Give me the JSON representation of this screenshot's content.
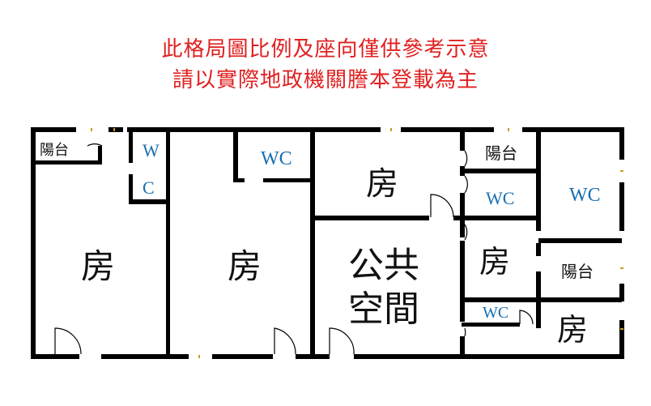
{
  "notice": {
    "line1": "此格局圖比例及座向僅供參考示意",
    "line2": "請以實際地政機關謄本登載為主",
    "color": "#e02020"
  },
  "rooms": {
    "balcony_1": "陽台",
    "wc_1_top": "W",
    "wc_1_bottom": "C",
    "room_1": "房",
    "wc_2": "WC",
    "room_2": "房",
    "room_3": "房",
    "public_line1": "公共",
    "public_line2": "空間",
    "balcony_2": "陽台",
    "wc_3": "WC",
    "wc_4": "WC",
    "room_4": "房",
    "balcony_3": "陽台",
    "wc_5": "WC",
    "room_5": "房"
  },
  "colors": {
    "wall": "#000000",
    "wc_text": "#1a6fb0",
    "window": "#c8a020"
  }
}
